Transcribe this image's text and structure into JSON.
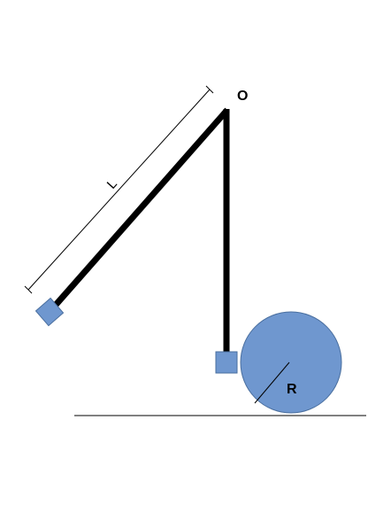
{
  "labels": {
    "pivot": "O",
    "length": "L",
    "radius": "R"
  },
  "colors": {
    "line": "#000000",
    "fill": "#6f97cf",
    "fill_stroke": "#4a6f9f",
    "background": "#ffffff"
  }
}
